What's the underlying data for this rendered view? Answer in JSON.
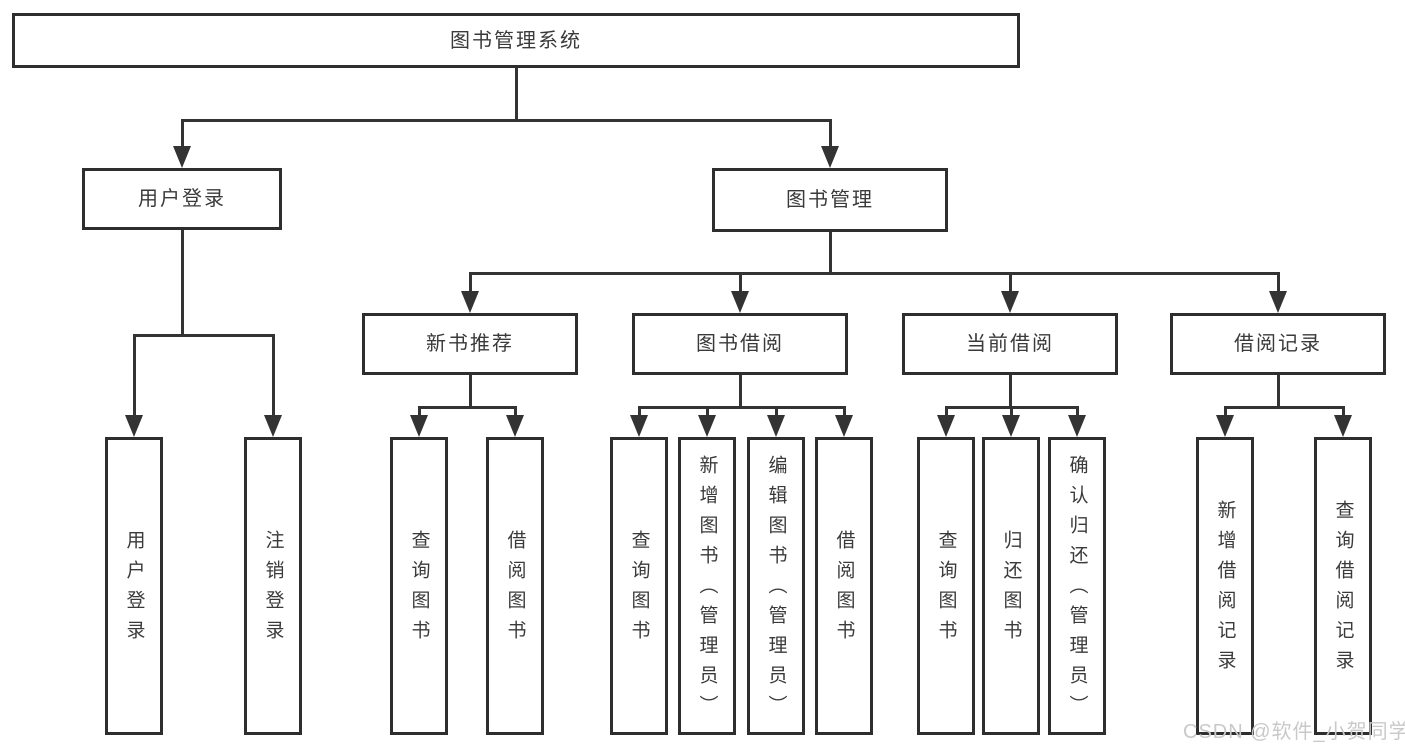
{
  "tree": {
    "root": "图书管理系统",
    "branches": [
      {
        "label": "用户登录",
        "children": [
          "用户登录",
          "注销登录"
        ]
      },
      {
        "label": "图书管理",
        "groups": [
          {
            "label": "新书推荐",
            "children": [
              "查询图书",
              "借阅图书"
            ]
          },
          {
            "label": "图书借阅",
            "children": [
              "查询图书",
              "新增图书（管理员）",
              "编辑图书（管理员）",
              "借阅图书"
            ]
          },
          {
            "label": "当前借阅",
            "children": [
              "查询图书",
              "归还图书",
              "确认归还（管理员）"
            ]
          },
          {
            "label": "借阅记录",
            "children": [
              "新增借阅记录",
              "查询借阅记录"
            ]
          }
        ]
      }
    ]
  },
  "watermark": "CSDN @软件_小贺同学",
  "colors": {
    "line": "#333333",
    "box_border": "#2e2e2e",
    "text": "#3a3a3a",
    "watermark": "#c9c9c9",
    "background": "#ffffff"
  }
}
